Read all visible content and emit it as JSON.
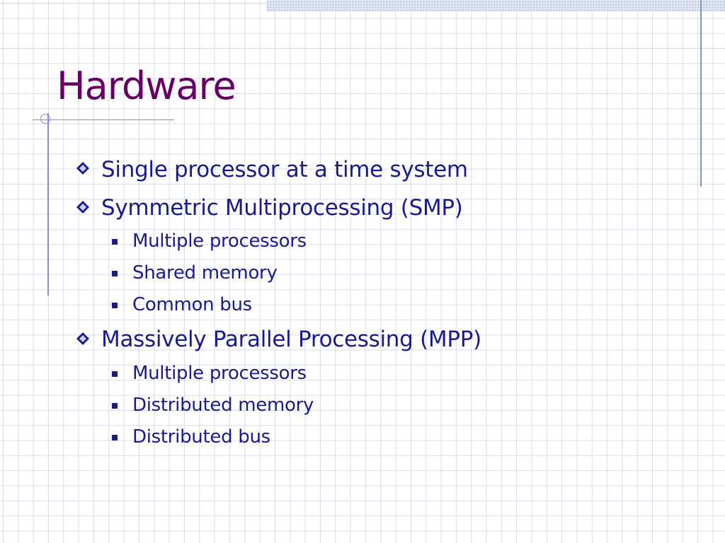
{
  "slide": {
    "title": "Hardware",
    "bullets": [
      {
        "text": "Single processor at a time system",
        "sub": []
      },
      {
        "text": "Symmetric Multiprocessing (SMP)",
        "sub": [
          "Multiple processors",
          "Shared memory",
          "Common bus"
        ]
      },
      {
        "text": "Massively Parallel Processing (MPP)",
        "sub": [
          "Multiple processors",
          "Distributed memory",
          "Distributed bus"
        ]
      }
    ]
  },
  "colors": {
    "title": "#660066",
    "body_text": "#1a1a8c",
    "accent_line": "#7f8fd4",
    "grid": "#d6dcf0"
  },
  "icons": {
    "level1": "diamond-bullet-icon",
    "level2": "square-bullet-icon"
  }
}
